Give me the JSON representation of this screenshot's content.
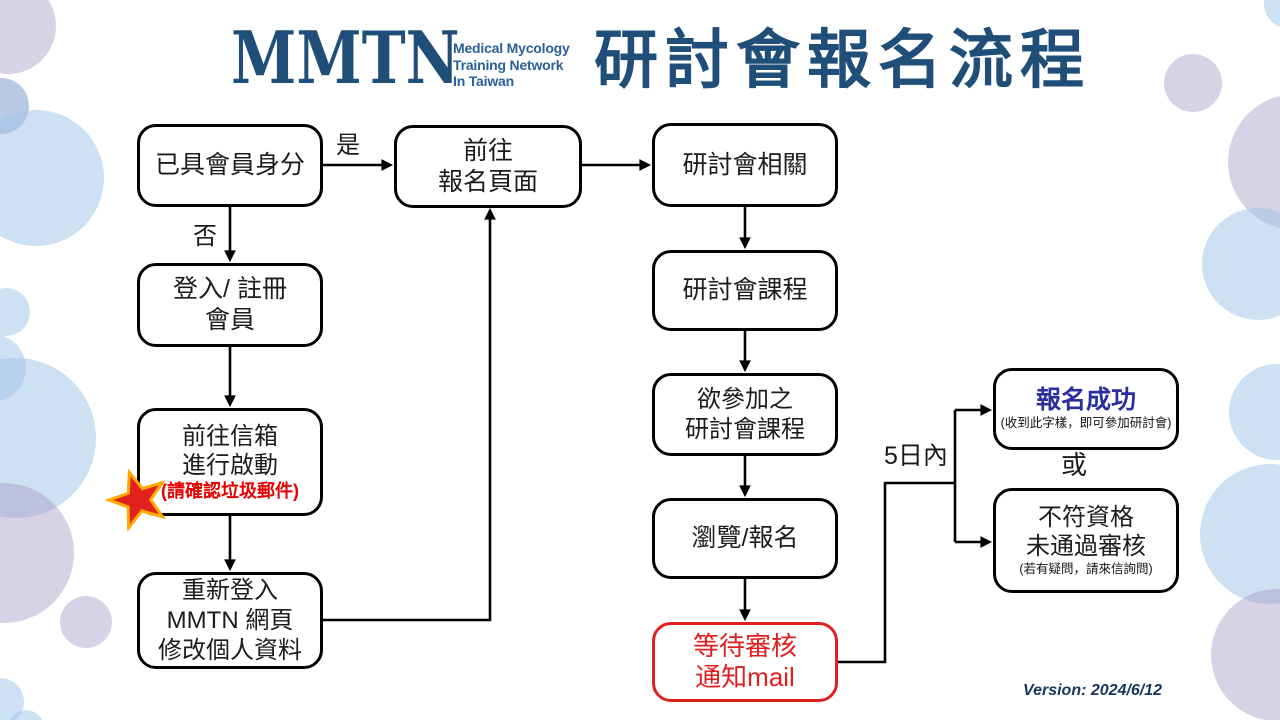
{
  "logo": {
    "acronym": "MMTN",
    "subtitle_lines": [
      "Medical Mycology",
      "Training Network",
      "In Taiwan"
    ]
  },
  "title": "研討會報名流程",
  "labels": {
    "yes": "是",
    "no": "否",
    "within_five_days": "5日內",
    "or": "或"
  },
  "nodes": {
    "member_status": {
      "line1": "已具會員身分"
    },
    "goto_registration": {
      "line1": "前往",
      "line2": "報名頁面"
    },
    "login_register": {
      "line1": "登入/ 註冊",
      "line2": "會員"
    },
    "activate_mailbox": {
      "line1": "前往信箱",
      "line2": "進行啟動",
      "note": "(請確認垃圾郵件)"
    },
    "relogin": {
      "line1": "重新登入",
      "line2": "MMTN 網頁",
      "line3": "修改個人資料"
    },
    "seminar_related": {
      "line1": "研討會相關"
    },
    "seminar_courses": {
      "line1": "研討會課程"
    },
    "desired_courses": {
      "line1": "欲參加之",
      "line2": "研討會課程"
    },
    "browse_register": {
      "line1": "瀏覽/報名"
    },
    "wait_review": {
      "line1": "等待審核",
      "line2": "通知mail"
    },
    "register_success": {
      "line1": "報名成功",
      "note": "(收到此字樣，即可參加研討會)"
    },
    "not_qualified": {
      "line1": "不符資格",
      "line2": "未通過審核",
      "note": "(若有疑問，請來信詢問)"
    }
  },
  "version": "Version: 2024/6/12",
  "colors": {
    "navy_title": "#1f4e79",
    "logo_subtitle_blue": "#2a6099",
    "success_blue": "#2b2f9e",
    "alert_red": "#e01f1f",
    "connector_black": "#000000",
    "decor_light_blue": "#cde0f1",
    "decor_lavender": "#d4cbe3"
  }
}
